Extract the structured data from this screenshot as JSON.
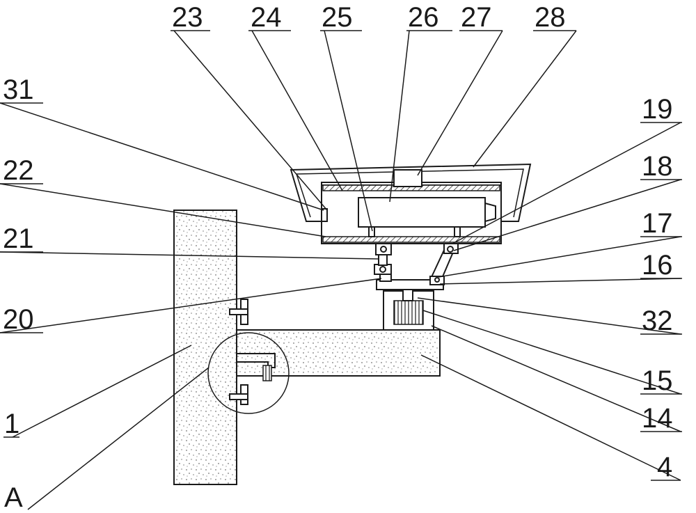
{
  "diagram": {
    "labels": {
      "l23": "23",
      "l24": "24",
      "l25": "25",
      "l26": "26",
      "l27": "27",
      "l28": "28",
      "l31": "31",
      "l19": "19",
      "l22": "22",
      "l18": "18",
      "l21": "21",
      "l17": "17",
      "l16": "16",
      "l20": "20",
      "l32": "32",
      "l15": "15",
      "l14": "14",
      "l1": "1",
      "l4": "4",
      "lA": "A"
    }
  }
}
